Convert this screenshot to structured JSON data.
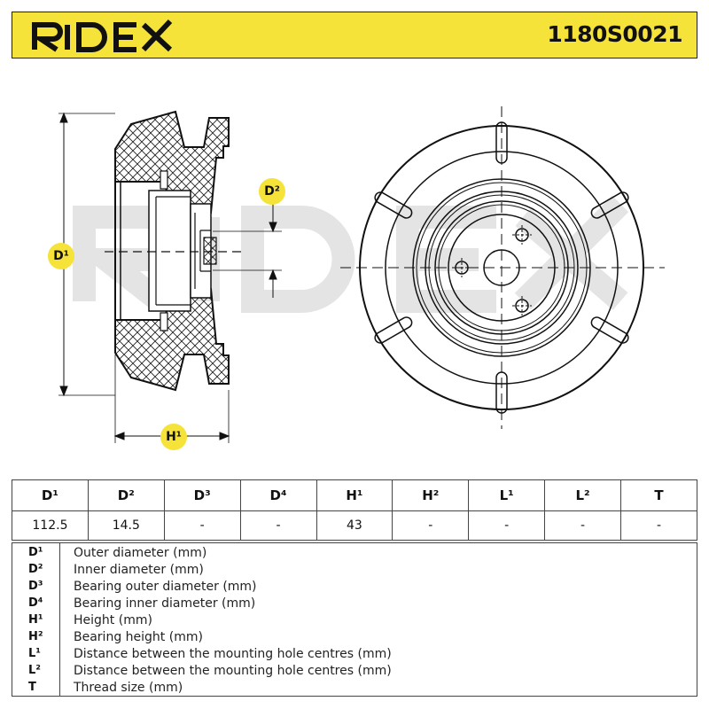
{
  "header": {
    "brand": "RIDEX",
    "part_number": "1180S0021",
    "background": "#f6e33a"
  },
  "diagram": {
    "dim_labels": {
      "d1": "D¹",
      "d2": "D²",
      "h1": "H¹"
    },
    "watermark": "RIDEX"
  },
  "spec_table": {
    "headers": [
      "D¹",
      "D²",
      "D³",
      "D⁴",
      "H¹",
      "H²",
      "L¹",
      "L²",
      "T"
    ],
    "values": [
      "112.5",
      "14.5",
      "-",
      "-",
      "43",
      "-",
      "-",
      "-",
      "-"
    ]
  },
  "legend": [
    {
      "code": "D¹",
      "desc": "Outer diameter (mm)"
    },
    {
      "code": "D²",
      "desc": "Inner diameter (mm)"
    },
    {
      "code": "D³",
      "desc": "Bearing outer diameter (mm)"
    },
    {
      "code": "D⁴",
      "desc": "Bearing inner diameter (mm)"
    },
    {
      "code": "H¹",
      "desc": "Height (mm)"
    },
    {
      "code": "H²",
      "desc": "Bearing height (mm)"
    },
    {
      "code": "L¹",
      "desc": "Distance between the mounting hole centres (mm)"
    },
    {
      "code": "L²",
      "desc": "Distance between the mounting hole centres (mm)"
    },
    {
      "code": "T",
      "desc": "Thread size (mm)"
    }
  ]
}
